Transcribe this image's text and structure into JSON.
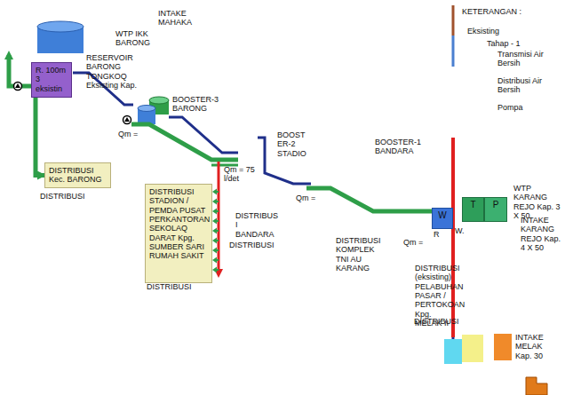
{
  "diagram": {
    "nodes": [
      {
        "text": [
          "R. 100m 3 eksistin"
        ]
      },
      {
        "text": [
          "DISTRIBUSI Kec. BARONG"
        ]
      },
      {
        "text": [
          "DISTRIBUSI STADION / PEMDA PUSAT PERKANTORAN SEKOLAQ DARAT Kpg. SUMBER SARI RUMAH SAKIT"
        ]
      },
      {
        "text": [
          "W"
        ]
      },
      {
        "text": [
          "T"
        ]
      },
      {
        "text": [
          "P"
        ]
      }
    ],
    "edges": [
      {
        "from": 0,
        "to": 1,
        "arrow": "to"
      }
    ],
    "labels": [
      "INTAKE MAHAKA",
      "WTP IKK BARONG",
      "RESERVOIR BARONG TONGKOQ Eksisting Kap.",
      "BOOSTER-3 BARONG",
      "Qm =",
      "DISTRIBUSI",
      "Qm = 75 l/det",
      "BOOST ER-2 STADIO",
      "BOOSTER-1 BANDARA",
      "DISTRIBUS I BANDARA",
      "DISTRIBUSI",
      "DISTRIBUSI",
      "Qm =",
      "DISTRIBUSI KOMPLEK TNI AU KARANG",
      "Qm =",
      "R",
      "W.",
      "WTP KARANG REJO Kap. 3 X 50",
      "INTAKE KARANG REJO Kap. 4 X 50",
      "DISTRIBUSI (eksisting) PELABUHAN PASAR / PERTOKOAN Kpg. MELAK II",
      "DISTRIBUSI",
      "INTAKE MELAK Kap. 30",
      "KETERANGAN :"
    ],
    "legend": [
      {
        "text": "Eksisting"
      },
      {
        "text": "Tahap - 1"
      },
      {
        "text": "Transmisi Air Bersih"
      },
      {
        "text": "Distribusi Air Bersih"
      },
      {
        "text": "Pompa"
      }
    ]
  }
}
